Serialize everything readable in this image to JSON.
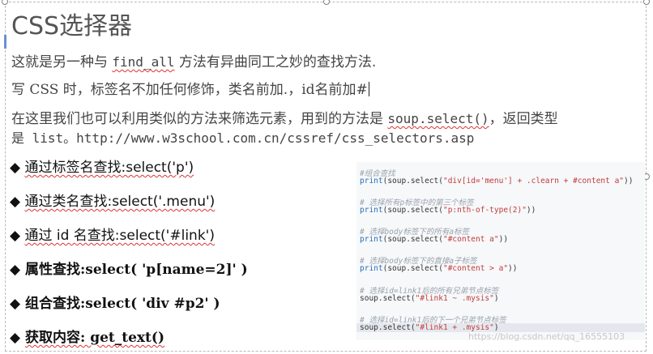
{
  "slide": {
    "title": "CSS选择器",
    "para1": {
      "before": "这就是另一种与 ",
      "code": "find_all",
      "after": " 方法有异曲同工之妙的查找方法."
    },
    "para2": "写 CSS 时，标签名不加任何修饰，类名前加.，id名前加#",
    "para3": {
      "before": "在这里我们也可以利用类似的方法来筛选元素，用到的方法是 ",
      "code": "soup.select()",
      "after": "，返回类型"
    },
    "para3b": "是 list。http://www.w3school.com.cn/cssref/css_selectors.asp",
    "bullets": [
      {
        "prefix": "◆ ",
        "text": "通过标签名查找:select('p')"
      },
      {
        "prefix": "◆  ",
        "text": "通过类名查找:select('.menu')"
      },
      {
        "prefix": "◆  ",
        "text": "通过 id 名查找:select('#link')"
      },
      {
        "prefix": "◆ ",
        "text": "属性查找:select( 'p[name=2]' )"
      },
      {
        "prefix": "◆ ",
        "text": "组合查找:select( 'div #p2' )"
      },
      {
        "prefix": "◆  ",
        "text": "获取内容: get_text()"
      }
    ]
  },
  "code": {
    "l1": "#组合查找",
    "l2a": "print",
    "l2b": "(soup.select(",
    "l2c": "\"div[id='menu'] + .clearn + #content a\"",
    "l2d": "))",
    "l3": "# 选择所有p标签中的第三个标签",
    "l4a": "print",
    "l4b": "(soup.select(",
    "l4c": "\"p:nth-of-type(2)\"",
    "l4d": "))",
    "l5": "# 选择body标签下的所有a标签",
    "l6a": "print",
    "l6b": "(soup.select(",
    "l6c": "\"#content a\"",
    "l6d": "))",
    "l7": "# 选择body标签下的直接a子标签",
    "l8a": "print",
    "l8b": "(soup.select(",
    "l8c": "\"#content > a\"",
    "l8d": "))",
    "l9": "# 选择id=link1后的所有兄弟节点标签",
    "l10a": "soup.select(",
    "l10b": "\"#link1 ~ .mysis\"",
    "l10c": ")",
    "l11": "# 选择id=link1后的下一个兄弟节点标签",
    "l12a": "soup.select(",
    "l12b": "\"#link1 + .mysis\"",
    "l12c": ")"
  },
  "watermark": "https://blog.csdn.net/qq_16555103"
}
